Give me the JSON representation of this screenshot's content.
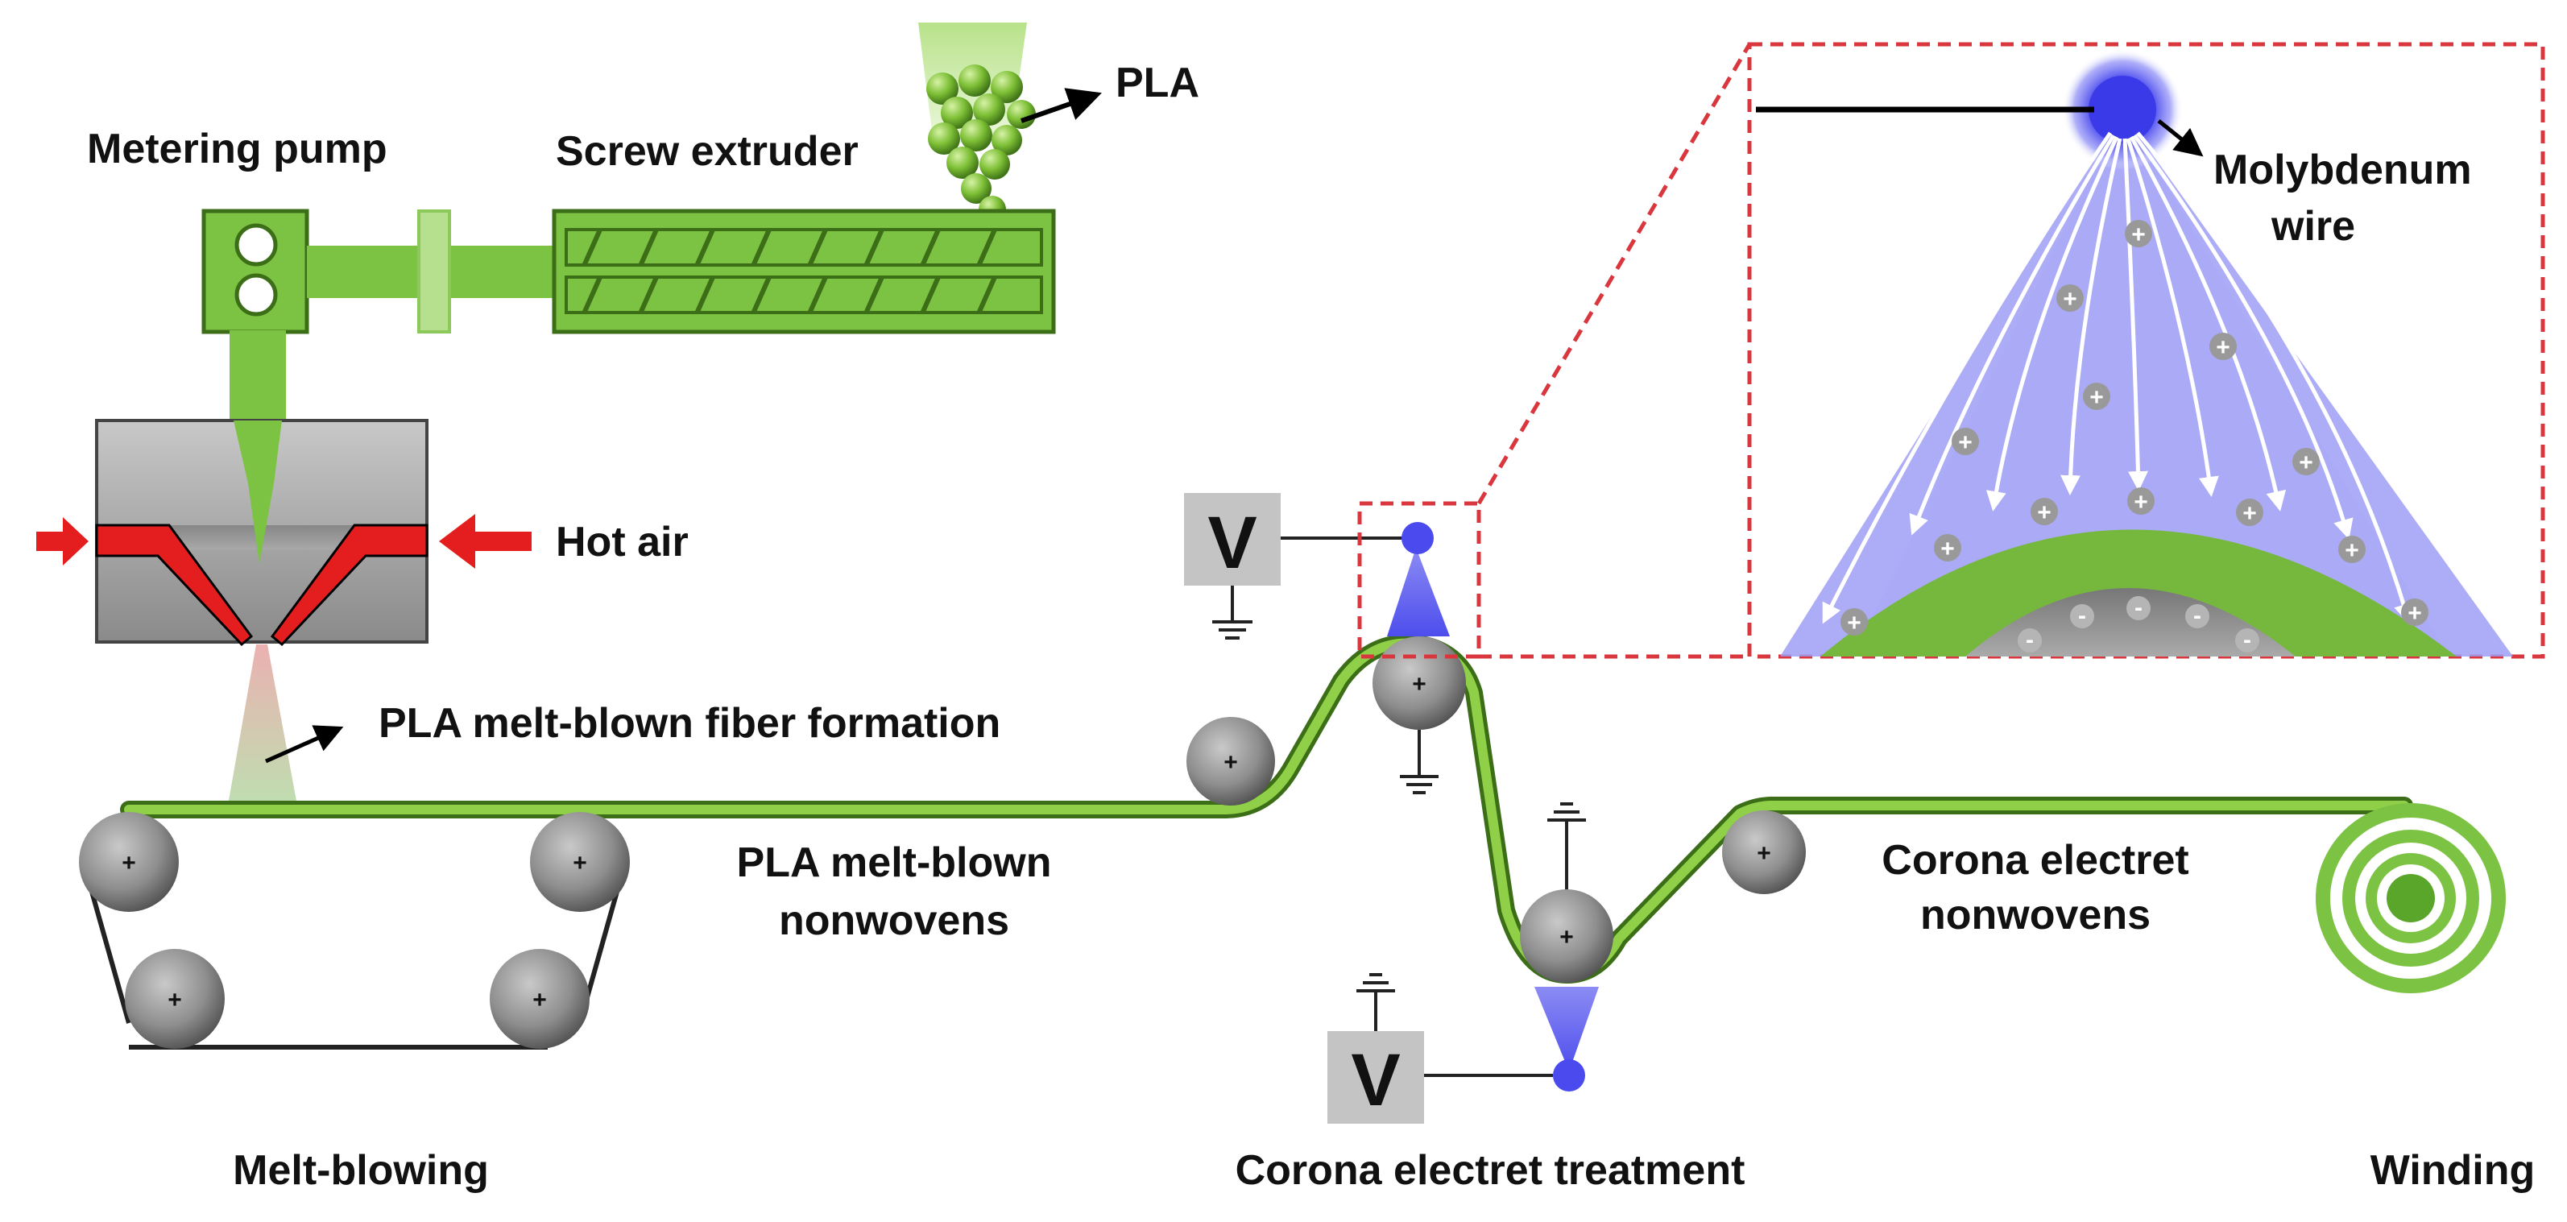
{
  "labels": {
    "pla": "PLA",
    "metering_pump": "Metering pump",
    "screw_extruder": "Screw extruder",
    "hot_air": "Hot air",
    "fiber_formation": "PLA melt-blown fiber formation",
    "nonwovens_line1": "PLA melt-blown",
    "nonwovens_line2": "nonwovens",
    "molybdenum_line1": "Molybdenum",
    "molybdenum_line2": "wire",
    "corona_nonwovens_line1": "Corona electret",
    "corona_nonwovens_line2": "nonwovens",
    "stage_melt_blowing": "Melt-blowing",
    "stage_corona": "Corona electret treatment",
    "stage_winding": "Winding",
    "voltage_top": "V",
    "voltage_bottom": "V"
  },
  "symbols": {
    "plus": "+",
    "minus": "-"
  },
  "colors": {
    "fiber_green": "#76b83e",
    "extruder_green": "#7cc243",
    "dark_green": "#3c6e18",
    "hot_air_red": "#e41e1e",
    "die_gray": "#9a9a9a",
    "roller_gray": "#8c8c8c",
    "corona_blue": "#5a5af0",
    "zoom_box_red": "#d9363e",
    "voltage_box_gray": "#c4c4c4"
  }
}
